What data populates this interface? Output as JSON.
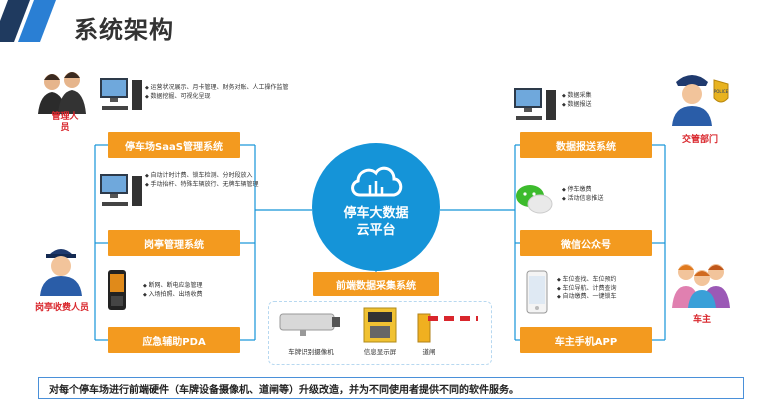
{
  "title": "系统架构",
  "center": {
    "line1": "停车大数据",
    "line2": "云平台"
  },
  "left": {
    "saas": {
      "label": "停车场SaaS管理系统",
      "bullets": [
        "运营状况展示、月卡管理、财务对账、人工操作监管",
        "数据挖掘、可视化呈现"
      ]
    },
    "booth": {
      "label": "岗亭管理系统",
      "bullets": [
        "自动计时计费、锁车检测、分时段放入",
        "手动抬杆、特殊车辆放行、无牌车辆管理"
      ]
    },
    "pda": {
      "label": "应急辅助PDA",
      "bullets": [
        "断网、断电应急管理",
        "入场拍照、出场收费"
      ]
    },
    "roles": {
      "manager": "管理人员",
      "booth_staff": "岗亭收费人员"
    }
  },
  "right": {
    "report": {
      "label": "数据报送系统",
      "bullets": [
        "数据采集",
        "数据报送"
      ]
    },
    "wechat": {
      "label": "微信公众号",
      "bullets": [
        "停车缴费",
        "活动信息推送"
      ]
    },
    "app": {
      "label": "车主手机APP",
      "bullets": [
        "车位查找、车位预约",
        "车位导航、计费查询",
        "自动缴费、一键锁车"
      ]
    },
    "roles": {
      "traffic": "交管部门",
      "owner": "车主"
    },
    "police_badge": "POLICE"
  },
  "front": {
    "label": "前端数据采集系统",
    "devices": [
      "车牌识别摄像机",
      "信息显示屏",
      "道闸"
    ]
  },
  "footer": "对每个停车场进行前端硬件（车牌设备摄像机、道闸等）升级改造，并为不同使用者提供不同的软件服务。",
  "colors": {
    "orange": "#f39a1f",
    "blue": "#1594d8",
    "red": "#d9262c",
    "navy": "#1f3a5f"
  }
}
